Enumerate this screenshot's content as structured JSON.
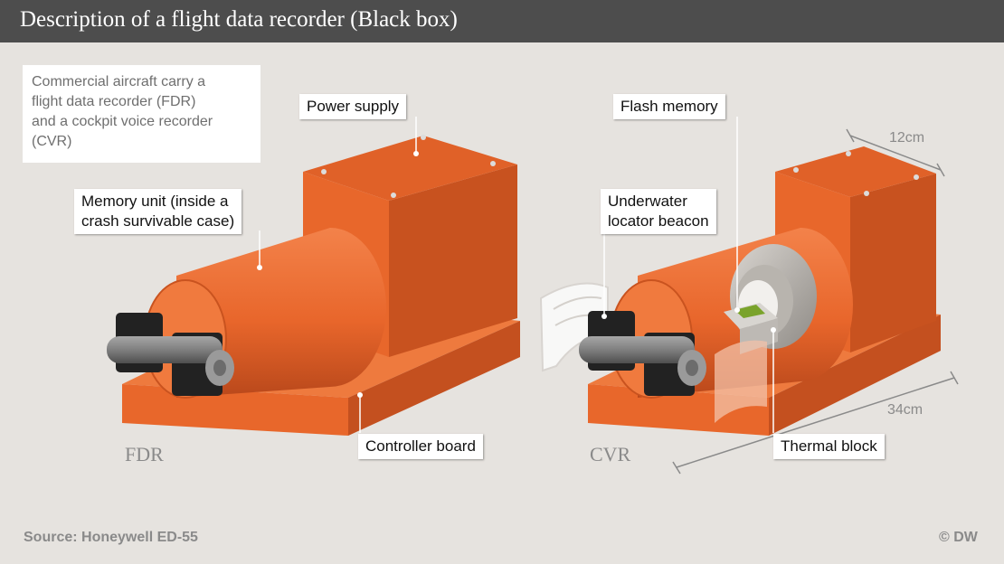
{
  "title": "Description of a flight data recorder (Black box)",
  "intro": {
    "line1": "Commercial aircraft carry a",
    "line2": "flight data recorder (FDR)",
    "line3": "and a cockpit voice recorder",
    "line4": "(CVR)"
  },
  "labels": {
    "power_supply": "Power supply",
    "memory_unit_line1": "Memory unit (inside a",
    "memory_unit_line2": "crash survivable case)",
    "controller_board": "Controller board",
    "flash_memory": "Flash memory",
    "beacon_line1": "Underwater",
    "beacon_line2": "locator beacon",
    "thermal_block": "Thermal block",
    "fdr": "FDR",
    "cvr": "CVR",
    "width_dim": "12cm",
    "length_dim": "34cm"
  },
  "footer": {
    "source": "Source: Honeywell ED-55",
    "copyright": "© DW"
  },
  "colors": {
    "title_bar": "#4d4d4d",
    "background": "#e6e3df",
    "device_orange": "#e8672b",
    "connector_black": "#1f1f1f",
    "cylinder_grey": "#8a8a8a",
    "label_grey": "#8a8a8a"
  }
}
